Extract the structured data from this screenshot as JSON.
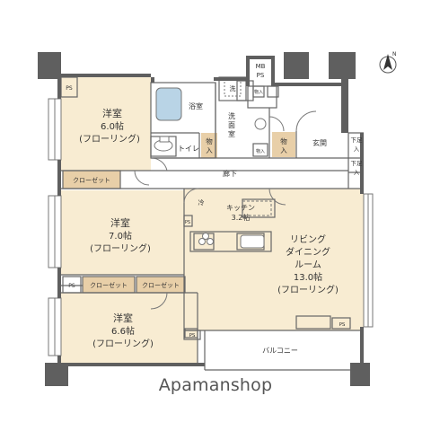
{
  "floorplan": {
    "rooms": {
      "western_room_1": {
        "name": "洋室",
        "size": "6.0帖",
        "floor": "(フローリング)"
      },
      "western_room_2": {
        "name": "洋室",
        "size": "7.0帖",
        "floor": "(フローリング)"
      },
      "western_room_3": {
        "name": "洋室",
        "size": "6.6帖",
        "floor": "(フローリング)"
      },
      "kitchen": {
        "name": "キッチン",
        "size": "3.2帖"
      },
      "ldk": {
        "line1": "リビング",
        "line2": "ダイニング",
        "line3": "ルーム",
        "size": "13.0帖",
        "floor": "(フローリング)"
      },
      "bathroom": "浴室",
      "washroom_line1": "洗",
      "washroom_line2": "面",
      "washroom_line3": "室",
      "toilet": "トイレ",
      "entrance": "玄関",
      "hallway": "廊下",
      "balcony": "バルコニー"
    },
    "storage": {
      "closet_1": "クローゼット",
      "closet_2": "クローゼット",
      "closet_3": "クローゼット",
      "storage_1_line1": "物",
      "storage_1_line2": "入",
      "storage_2_line1": "物",
      "storage_2_line2": "入",
      "storage_small_1": "物入",
      "storage_small_2": "物入",
      "shoe_1_line1": "下足",
      "shoe_1_line2": "入",
      "shoe_2_line1": "下足",
      "shoe_2_line2": "入"
    },
    "fixtures": {
      "mbps_line1": "MB",
      "mbps_line2": "PS",
      "ps": "PS",
      "washer": "洗",
      "fridge": "冷"
    },
    "compass": "N"
  },
  "watermark": "Apamanshop",
  "colors": {
    "wall": "#5f5f5f",
    "floor": "#f8ecd2",
    "storage": "#e8cfa8",
    "bath": "#b9d4e6",
    "line": "#555555"
  }
}
